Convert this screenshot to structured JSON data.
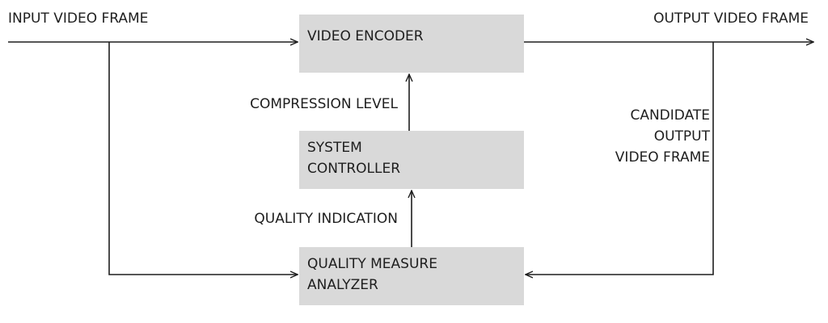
{
  "diagram": {
    "boxes": {
      "encoder": {
        "lines": [
          "VIDEO ENCODER"
        ]
      },
      "controller": {
        "lines": [
          "SYSTEM",
          "CONTROLLER"
        ]
      },
      "analyzer": {
        "lines": [
          "QUALITY MEASURE",
          "ANALYZER"
        ]
      }
    },
    "labels": {
      "input": "INPUT VIDEO FRAME",
      "output": "OUTPUT VIDEO FRAME",
      "compression_level": "COMPRESSION LEVEL",
      "quality_indication": "QUALITY INDICATION",
      "candidate": [
        "CANDIDATE",
        "OUTPUT",
        "VIDEO FRAME"
      ]
    },
    "colors": {
      "box_fill": "#d9d9d9",
      "line": "#1e1e1e",
      "text": "#1e1e1e"
    }
  }
}
